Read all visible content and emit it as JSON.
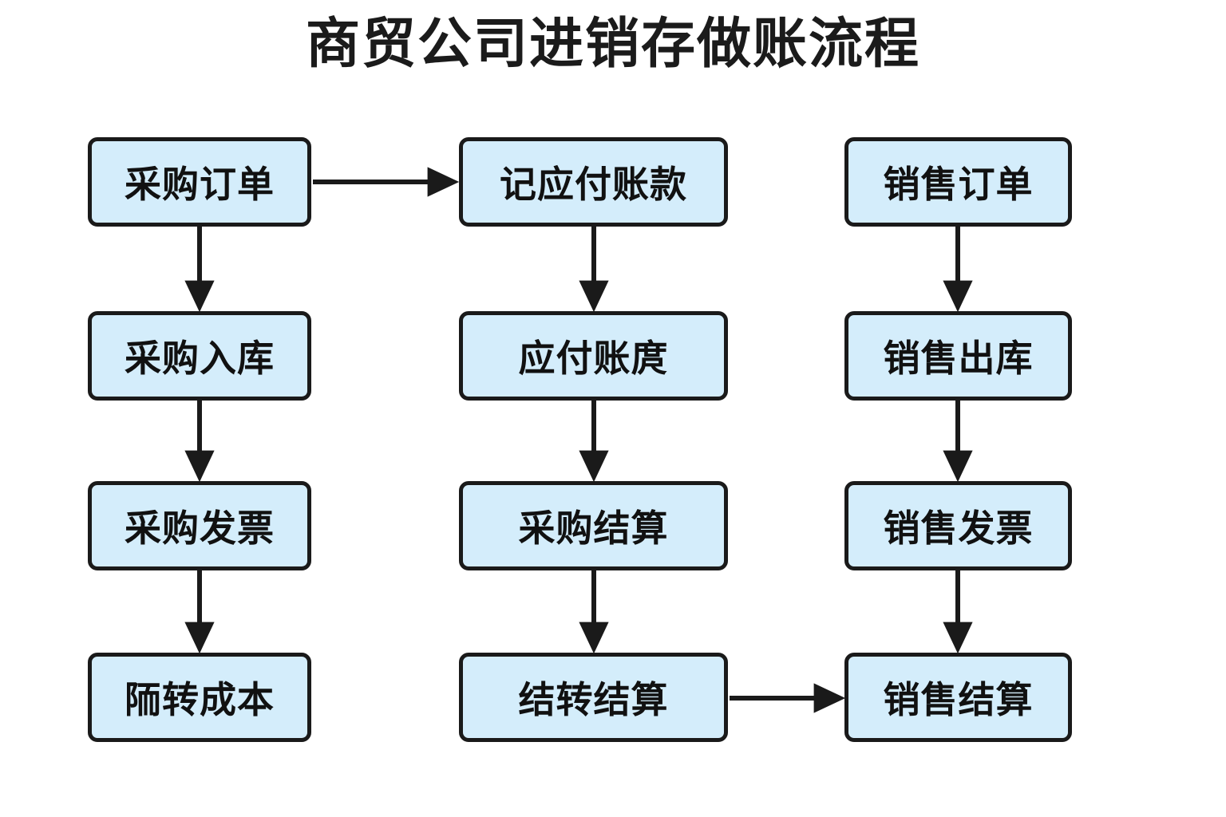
{
  "title": "商贸公司进销存做账流程",
  "colors": {
    "node_fill": "#d4edfb",
    "node_border": "#1a1a1a",
    "text": "#111111",
    "background": "#ffffff",
    "arrow": "#1a1a1a"
  },
  "columns": [
    {
      "name": "purchase-column",
      "nodes": [
        {
          "id": "purchase-order",
          "label": "采购订单"
        },
        {
          "id": "purchase-inbound",
          "label": "采购入库"
        },
        {
          "id": "purchase-invoice",
          "label": "采购发票"
        },
        {
          "id": "carryover-cost",
          "label": "陑转成本"
        }
      ]
    },
    {
      "name": "payable-column",
      "nodes": [
        {
          "id": "record-accounts-payable",
          "label": "记应付账款"
        },
        {
          "id": "accounts-payable",
          "label": "应付账庹"
        },
        {
          "id": "purchase-settlement",
          "label": "采购结算"
        },
        {
          "id": "carryover-settlement",
          "label": "结转结算"
        }
      ]
    },
    {
      "name": "sales-column",
      "nodes": [
        {
          "id": "sales-order",
          "label": "销售订单"
        },
        {
          "id": "sales-outbound",
          "label": "销售出库"
        },
        {
          "id": "sales-invoice",
          "label": "销售发票"
        },
        {
          "id": "sales-settlement",
          "label": "销售结算"
        }
      ]
    }
  ],
  "edges": [
    {
      "id": "edge-purchase-order-to-inbound",
      "from": "purchase-order",
      "to": "purchase-inbound",
      "direction": "down"
    },
    {
      "id": "edge-purchase-inbound-to-invoice",
      "from": "purchase-inbound",
      "to": "purchase-invoice",
      "direction": "down"
    },
    {
      "id": "edge-purchase-invoice-to-carryover-cost",
      "from": "purchase-invoice",
      "to": "carryover-cost",
      "direction": "down"
    },
    {
      "id": "edge-purchase-order-to-record-payable",
      "from": "purchase-order",
      "to": "record-accounts-payable",
      "direction": "right"
    },
    {
      "id": "edge-record-payable-to-payable",
      "from": "record-accounts-payable",
      "to": "accounts-payable",
      "direction": "down"
    },
    {
      "id": "edge-payable-to-purchase-settlement",
      "from": "accounts-payable",
      "to": "purchase-settlement",
      "direction": "down"
    },
    {
      "id": "edge-purchase-settlement-to-carryover-settlement",
      "from": "purchase-settlement",
      "to": "carryover-settlement",
      "direction": "down"
    },
    {
      "id": "edge-carryover-settlement-to-sales-settlement",
      "from": "carryover-settlement",
      "to": "sales-settlement",
      "direction": "right"
    },
    {
      "id": "edge-sales-order-to-outbound",
      "from": "sales-order",
      "to": "sales-outbound",
      "direction": "down"
    },
    {
      "id": "edge-sales-outbound-to-invoice",
      "from": "sales-outbound",
      "to": "sales-invoice",
      "direction": "down"
    },
    {
      "id": "edge-sales-invoice-to-settlement",
      "from": "sales-invoice",
      "to": "sales-settlement",
      "direction": "down"
    }
  ]
}
